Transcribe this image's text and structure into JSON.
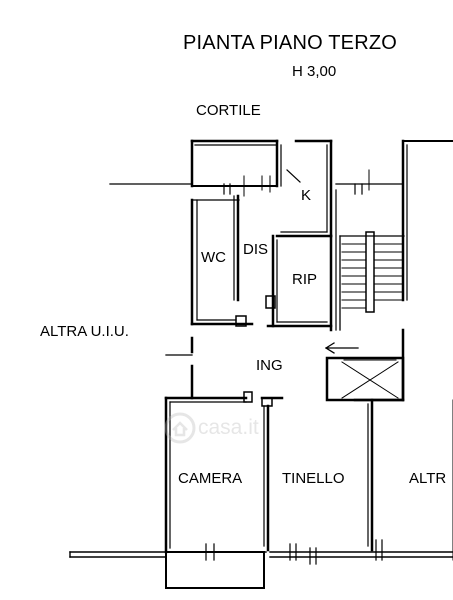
{
  "title": "PIANTA PIANO TERZO",
  "height_label": "H 3,00",
  "outer_labels": {
    "courtyard": "CORTILE",
    "left_unit": "ALTRA U.I.U.",
    "right_unit": "ALTR"
  },
  "rooms": {
    "k": "K",
    "dis": "DIS",
    "wc": "WC",
    "rip": "RIP",
    "ing": "ING",
    "camera": "CAMERA",
    "tinello": "TINELLO"
  },
  "watermark": {
    "text": "casa.it",
    "icon": "casa-logo-icon"
  },
  "colors": {
    "ink": "#000000",
    "watermark": "#b9b9b9"
  }
}
